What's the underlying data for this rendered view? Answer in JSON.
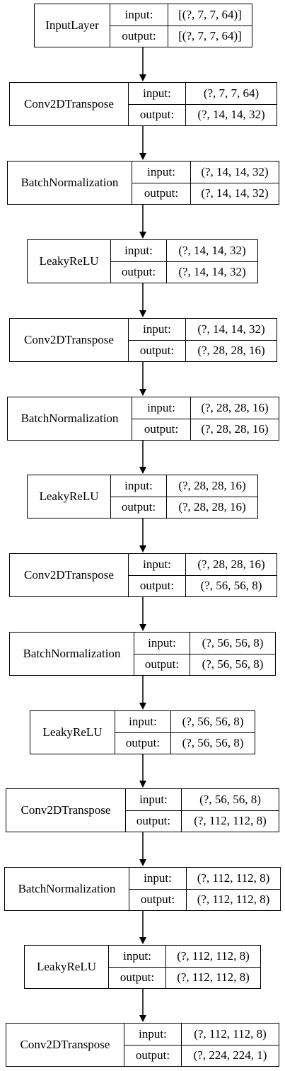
{
  "diagram": {
    "port_labels": {
      "input": "input:",
      "output": "output:"
    },
    "layers": [
      {
        "name": "InputLayer",
        "input": "[(?, 7, 7, 64)]",
        "output": "[(?, 7, 7, 64)]"
      },
      {
        "name": "Conv2DTranspose",
        "input": "(?, 7, 7, 64)",
        "output": "(?, 14, 14, 32)"
      },
      {
        "name": "BatchNormalization",
        "input": "(?, 14, 14, 32)",
        "output": "(?, 14, 14, 32)"
      },
      {
        "name": "LeakyReLU",
        "input": "(?, 14, 14, 32)",
        "output": "(?, 14, 14, 32)"
      },
      {
        "name": "Conv2DTranspose",
        "input": "(?, 14, 14, 32)",
        "output": "(?, 28, 28, 16)"
      },
      {
        "name": "BatchNormalization",
        "input": "(?, 28, 28, 16)",
        "output": "(?, 28, 28, 16)"
      },
      {
        "name": "LeakyReLU",
        "input": "(?, 28, 28, 16)",
        "output": "(?, 28, 28, 16)"
      },
      {
        "name": "Conv2DTranspose",
        "input": "(?, 28, 28, 16)",
        "output": "(?, 56, 56, 8)"
      },
      {
        "name": "BatchNormalization",
        "input": "(?, 56, 56, 8)",
        "output": "(?, 56, 56, 8)"
      },
      {
        "name": "LeakyReLU",
        "input": "(?, 56, 56, 8)",
        "output": "(?, 56, 56, 8)"
      },
      {
        "name": "Conv2DTranspose",
        "input": "(?, 56, 56, 8)",
        "output": "(?, 112, 112, 8)"
      },
      {
        "name": "BatchNormalization",
        "input": "(?, 112, 112, 8)",
        "output": "(?, 112, 112, 8)"
      },
      {
        "name": "LeakyReLU",
        "input": "(?, 112, 112, 8)",
        "output": "(?, 112, 112, 8)"
      },
      {
        "name": "Conv2DTranspose",
        "input": "(?, 112, 112, 8)",
        "output": "(?, 224, 224, 1)"
      }
    ]
  }
}
